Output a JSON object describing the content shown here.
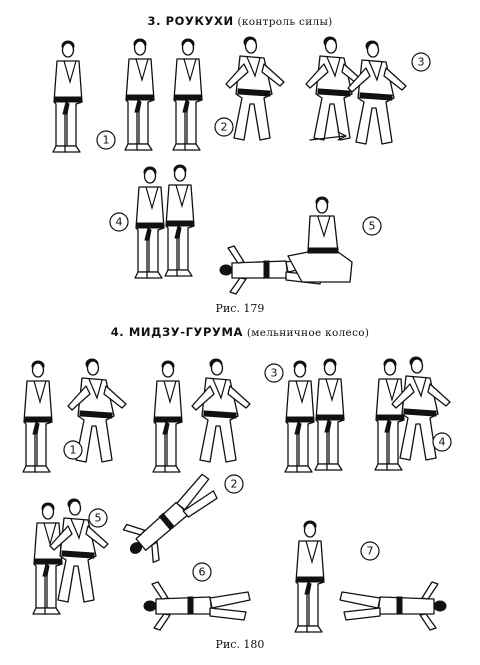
{
  "section1": {
    "title_bold": "3. РОУКУХИ",
    "title_note": "(контроль силы)",
    "caption": "Рис. 179",
    "steps": [
      "1",
      "2",
      "3",
      "4",
      "5"
    ]
  },
  "section2": {
    "title_bold": "4. МИДЗУ-ГУРУМА",
    "title_note": "(мельничное колесо)",
    "caption": "Рис. 180",
    "steps": [
      "1",
      "2",
      "3",
      "4",
      "5",
      "6",
      "7"
    ]
  }
}
